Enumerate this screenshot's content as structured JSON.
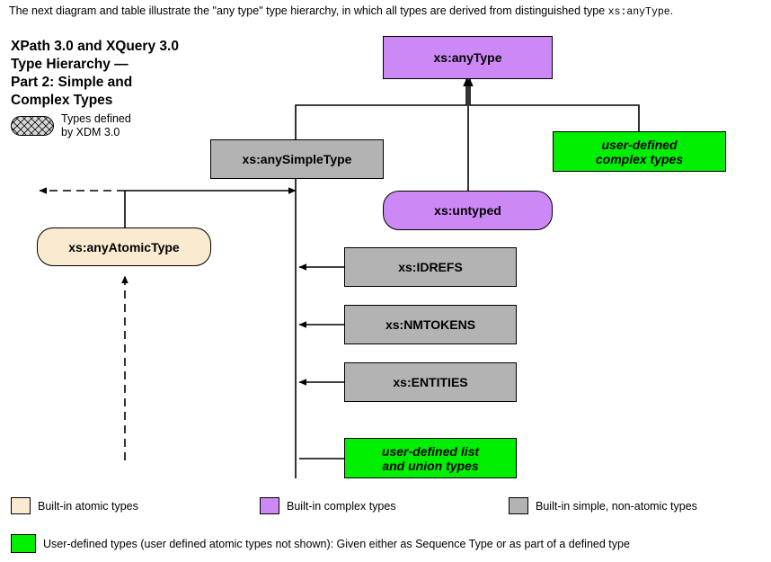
{
  "intro": {
    "part1": "The next diagram and table illustrate the \"any type\" type hierarchy, in which all types are derived from distinguished type ",
    "mono": "xs:anyType",
    "part2": "."
  },
  "title": {
    "line1": "XPath 3.0 and XQuery 3.0",
    "line2": "Type Hierarchy —",
    "line3": "Part 2: Simple and",
    "line4": "Complex Types"
  },
  "xdm_key": {
    "line1": "Types defined",
    "line2": "by XDM 3.0"
  },
  "nodes": [
    {
      "id": "anyType",
      "label": "xs:anyType",
      "style": "purple"
    },
    {
      "id": "anySimpleType",
      "label": "xs:anySimpleType",
      "style": "gray"
    },
    {
      "id": "userComplex",
      "label": "user-defined\ncomplex types",
      "style": "green"
    },
    {
      "id": "untyped",
      "label": "xs:untyped",
      "style": "purple"
    },
    {
      "id": "anyAtomicType",
      "label": "xs:anyAtomicType",
      "style": "cream"
    },
    {
      "id": "idrefs",
      "label": "xs:IDREFS",
      "style": "gray"
    },
    {
      "id": "nmtokens",
      "label": "xs:NMTOKENS",
      "style": "gray"
    },
    {
      "id": "entities",
      "label": "xs:ENTITIES",
      "style": "gray"
    },
    {
      "id": "userList",
      "label": "user-defined list\nand union types",
      "style": "green"
    }
  ],
  "node_labels": {
    "anyType": "xs:anyType",
    "anySimpleType": "xs:anySimpleType",
    "userComplex_line1": "user-defined",
    "userComplex_line2": "complex types",
    "untyped": "xs:untyped",
    "anyAtomicType": "xs:anyAtomicType",
    "idrefs": "xs:IDREFS",
    "nmtokens": "xs:NMTOKENS",
    "entities": "xs:ENTITIES",
    "userList_line1": "user-defined list",
    "userList_line2": "and union types"
  },
  "legend": {
    "builtin_atomic": "Built-in atomic types",
    "builtin_complex": "Built-in complex types",
    "builtin_simple": "Built-in simple, non-atomic types",
    "user_defined": "User-defined types (user defined atomic types not shown):  Given either as Sequence Type or as part of a defined type"
  },
  "colors": {
    "purple": "#cc88f5",
    "gray": "#b3b3b3",
    "green": "#00ee00",
    "cream": "#faebd0",
    "line": "#000000"
  }
}
